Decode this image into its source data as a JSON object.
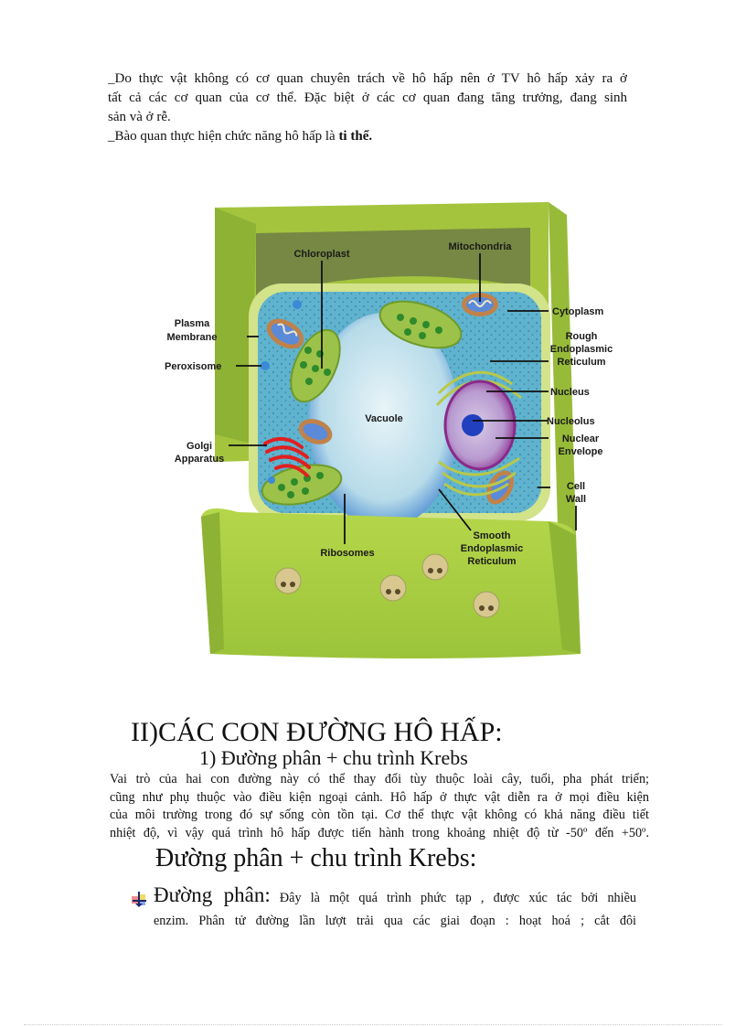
{
  "section_intro": {
    "line1": "_Do thực vật không có cơ quan chuyên trách về hô hấp nên ở TV hô hấp xảy ra ở",
    "line2": "tất cả các cơ quan của cơ thể. Đặc biệt ở các cơ quan đang tăng trưởng, đang sinh",
    "line3": "sản và ở rễ.",
    "line4_prefix": "_Bào quan thực hiện chức năng hô hấp là ",
    "line4_bold": "ti thể."
  },
  "figure": {
    "title": "Plant cell diagram",
    "colors": {
      "cell_wall": "#a8cc3c",
      "cell_wall_dark": "#7e9a2a",
      "cytoplasm": "#5fb3cf",
      "vacuole": "#bfe0ec",
      "vacuole_edge": "#2f6fc0",
      "chloroplast": "#9cc24a",
      "granum": "#2e8a2a",
      "mitochondria": "#c0824a",
      "golgi": "#e02020",
      "nucleus": "#9a3aa0",
      "nucleolus": "#2040c0",
      "er": "#b8c84a"
    },
    "labels": {
      "chloroplast": "Chloroplast",
      "mitochondria": "Mitochondria",
      "plasma_membrane_1": "Plasma",
      "plasma_membrane_2": "Membrane",
      "peroxisome": "Peroxisome",
      "golgi_1": "Golgi",
      "golgi_2": "Apparatus",
      "vacuole": "Vacuole",
      "cytoplasm": "Cytoplasm",
      "rough_er_1": "Rough",
      "rough_er_2": "Endoplasmic",
      "rough_er_3": "Reticulum",
      "nucleus": "Nucleus",
      "nucleolus": "Nucleolus",
      "nuclear_envelope_1": "Nuclear",
      "nuclear_envelope_2": "Envelope",
      "cell_wall_1": "Cell",
      "cell_wall_2": "Wall",
      "ribosomes": "Ribosomes",
      "smooth_er_1": "Smooth",
      "smooth_er_2": "Endoplasmic",
      "smooth_er_3": "Reticulum"
    }
  },
  "section2": {
    "heading": "II)CÁC CON ĐƯỜNG HÔ HẤP:",
    "subheading": "1) Đường phân + chu trình Krebs",
    "para": {
      "line1": "Vai trò của hai con đường này có thể thay đổi tùy thuộc loài cây, tuổi, pha phát triển;",
      "line2": "cũng như phụ thuộc vào điều kiện ngoại cảnh. Hô hấp ở thực vật diễn ra ở mọi điều kiện",
      "line3": "của môi trường trong đó sự sống còn tồn tại. Cơ thể thực vật không có khả năng điều tiết",
      "line4": "nhiệt độ, vì vậy quá trình hô hấp được tiến hành trong khoảng nhiệt độ từ -50º đến +50º."
    },
    "title2": "Đường phân + chu trình Krebs:",
    "bullet": {
      "icon": "bullet-arrow-icon",
      "term": "Đường phân:",
      "line1_rest": " Đây là một quá trình phức tạp , được xúc tác bởi nhiều",
      "line2": "enzim. Phân tử đường lần lượt trải qua các giai đoạn : hoạt hoá ; cắt đôi"
    }
  }
}
